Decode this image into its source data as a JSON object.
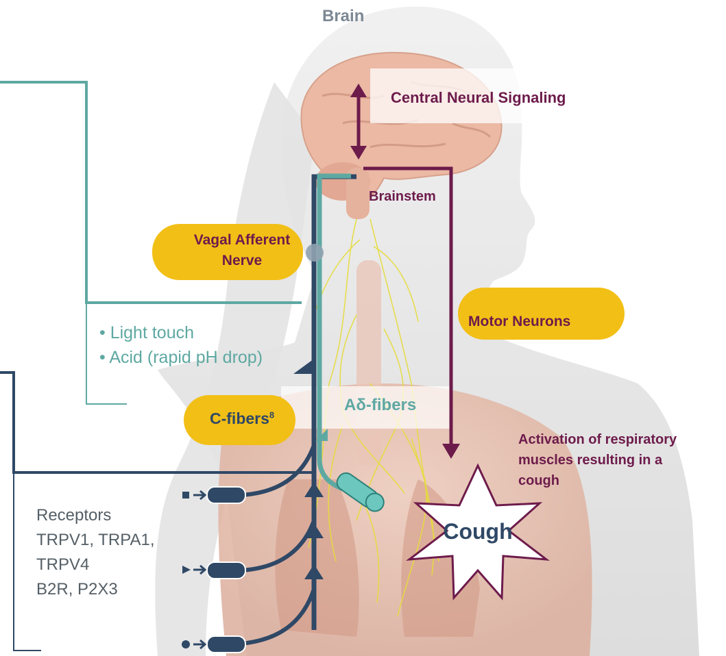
{
  "labels": {
    "brain": "Brain",
    "central_signaling": "Central Neural Signaling",
    "brainstem": "Brainstem",
    "vagal_line1": "Vagal Afferent",
    "vagal_line2": "Nerve",
    "motor_neurons": "Motor Neurons",
    "stimuli_1": "• Light touch",
    "stimuli_2": "• Acid (rapid pH drop)",
    "c_fibers": "C-fibers",
    "c_fibers_ref": "8",
    "a_delta_fibers": "Aδ-fibers",
    "activation_line1": "Activation of respiratory",
    "activation_line2": "muscles resulting in a",
    "activation_line3": "cough",
    "cough": "Cough",
    "receptors_title": "Receptors",
    "receptors_line1": "TRPV1, TRPA1,",
    "receptors_line2": "TRPV4",
    "receptors_line3": "B2R, P2X3"
  },
  "colors": {
    "teal": "#5ea8a2",
    "navy": "#2f4866",
    "maroon": "#6d1b4b",
    "pill": "#f2bf16",
    "brain_pink": "#ebb9a4",
    "body_skin": "#e6c4b4",
    "nerve_yellow": "#e6dc3c"
  }
}
